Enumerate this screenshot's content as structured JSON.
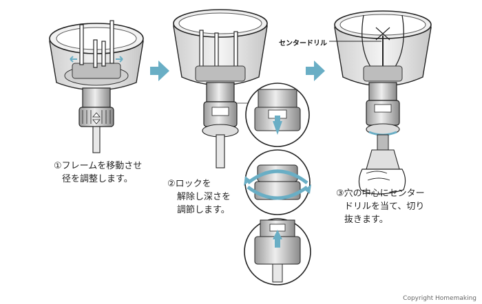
{
  "steps": [
    {
      "lines": [
        "①フレームを移動させ",
        "径を調整します。"
      ]
    },
    {
      "lines": [
        "②ロックを",
        "解除し深さを",
        "調節します。"
      ]
    },
    {
      "lines": [
        "③穴の中心にセンター",
        "ドリルを当て、切り",
        "抜きます。"
      ]
    }
  ],
  "center_drill_label": "センタードリル",
  "copyright": "Copyright Homemaking",
  "colors": {
    "accent": "#69aec5",
    "line": "#222222",
    "glass": "#d9d9d9",
    "dark": "#444444"
  }
}
